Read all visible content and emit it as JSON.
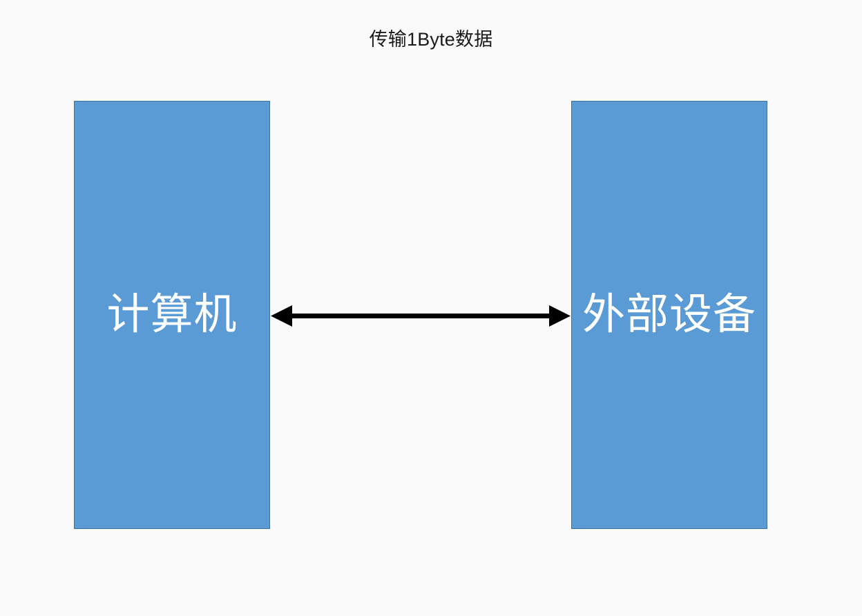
{
  "diagram": {
    "title": "传输1Byte数据",
    "background_color": "#fafafa",
    "nodes": [
      {
        "id": "computer",
        "label": "计算机",
        "fill_color": "#5b9bd5",
        "border_color": "#41719c",
        "text_color": "#ffffff"
      },
      {
        "id": "external-device",
        "label": "外部设备",
        "fill_color": "#5b9bd5",
        "border_color": "#41719c",
        "text_color": "#ffffff"
      }
    ],
    "connector": {
      "id": "data-transfer-arrow",
      "type": "double-headed-arrow",
      "color": "#000000",
      "from": "computer",
      "to": "external-device",
      "label": ""
    }
  }
}
